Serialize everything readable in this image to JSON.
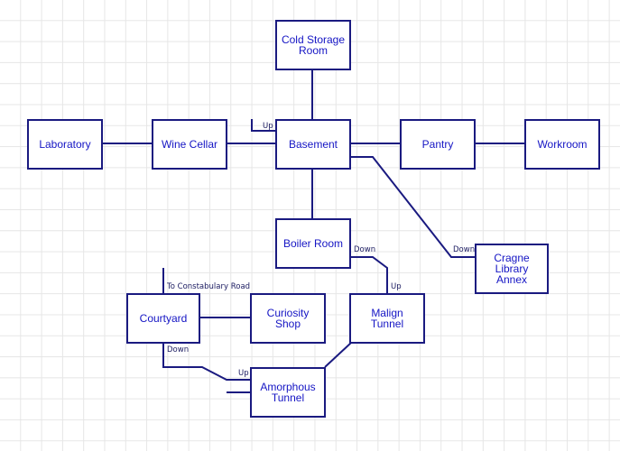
{
  "rooms": {
    "cold_storage": "Cold Storage\nRoom",
    "laboratory": "Laboratory",
    "wine_cellar": "Wine Cellar",
    "basement": "Basement",
    "pantry": "Pantry",
    "workroom": "Workroom",
    "boiler_room": "Boiler Room",
    "cragne_annex": "Cragne\nLibrary\nAnnex",
    "courtyard": "Courtyard",
    "curiosity_shop": "Curiosity Shop",
    "malign_tunnel": "Malign Tunnel",
    "amorphous_tunnel": "Amorphous\nTunnel"
  },
  "labels": {
    "up_basement": "Up",
    "down_annex": "Down",
    "down_boiler": "Down",
    "up_malign": "Up",
    "to_constabulary": "To Constabulary Road",
    "down_courtyard": "Down",
    "up_amorphous": "Up"
  },
  "colors": {
    "line": "#1a1a80",
    "text": "#1515c4",
    "grid": "#e6e6e6"
  }
}
